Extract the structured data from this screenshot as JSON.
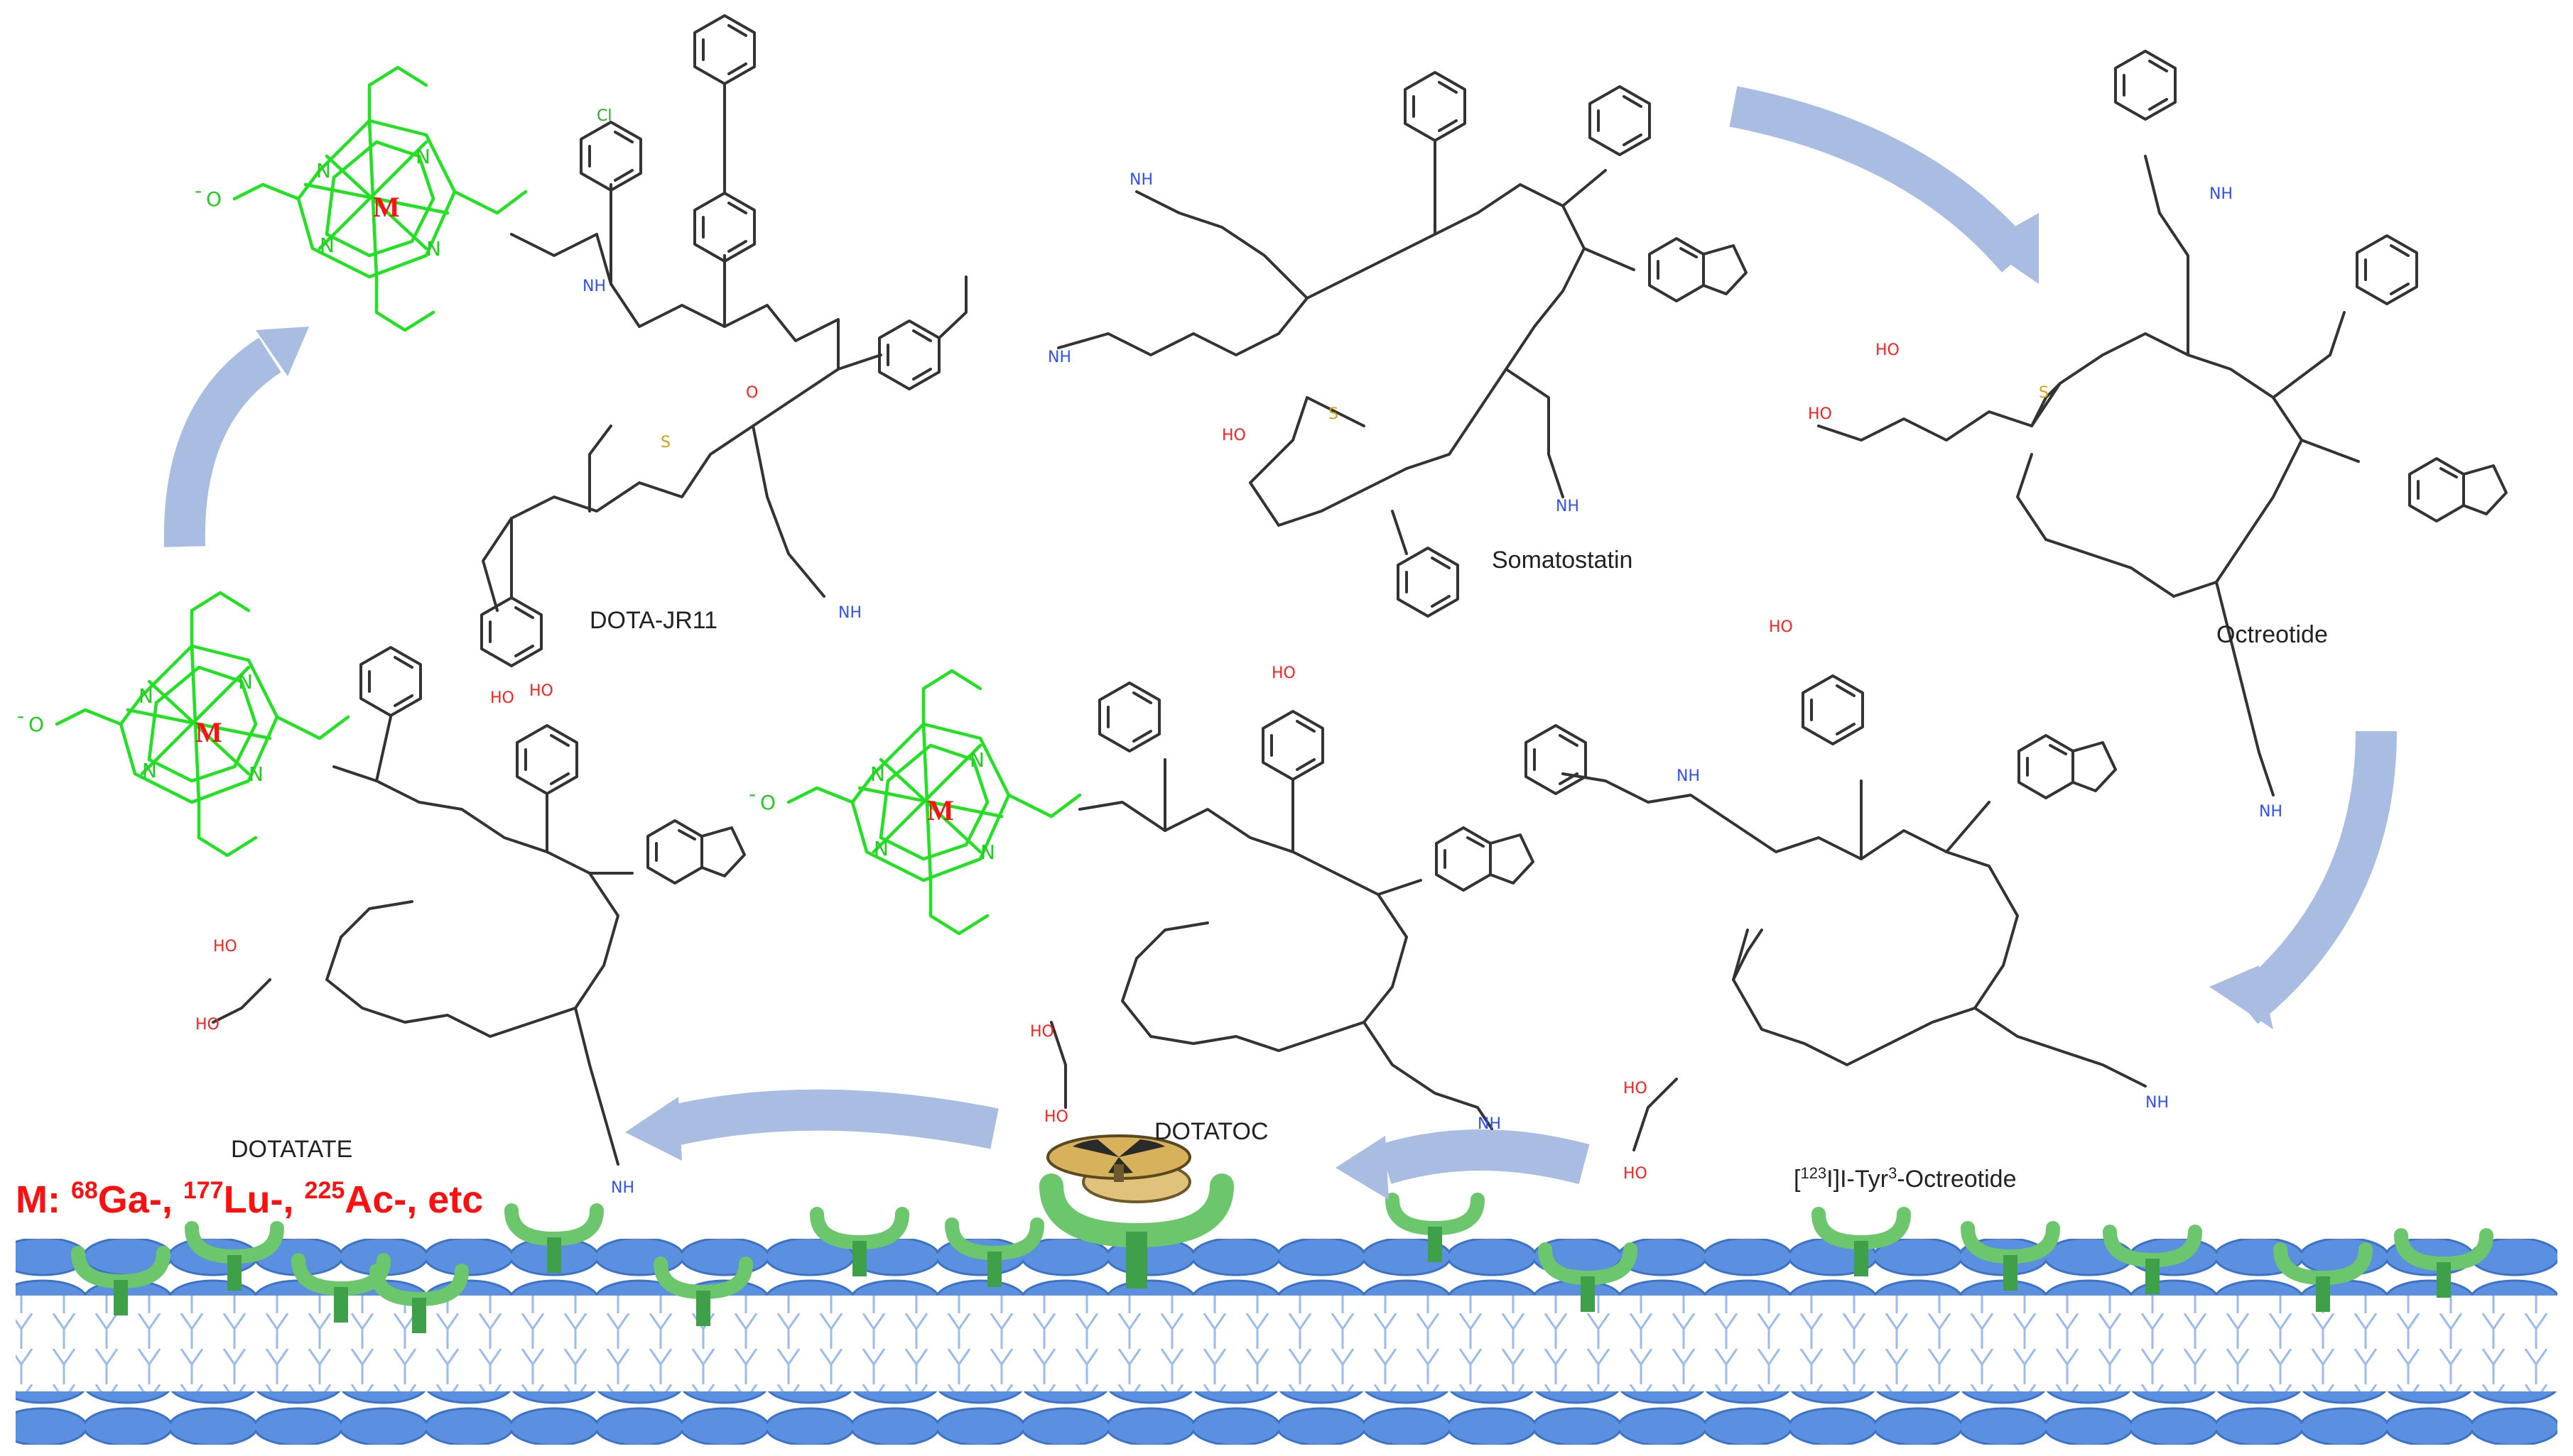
{
  "colors": {
    "arrow": "#a9bde2",
    "chelator": "#22e022",
    "metal": "#ff1010",
    "membrane": "#5b8fe0",
    "membrane_light": "#9bbbee",
    "receptor": "#6cc66c",
    "bond": "#333333",
    "nitrogen": "#3050ff",
    "oxygen": "#ff2020",
    "sulfur": "#d4a017"
  },
  "molecules": {
    "dota_jr11": "DOTA-JR11",
    "somatostatin": "Somatostatin",
    "octreotide": "Octreotide",
    "tyr3_prefix": "[",
    "tyr3_iso": "123",
    "tyr3_mid": "I]I-Tyr",
    "tyr3_sup": "3",
    "tyr3_suffix": "-Octreotide",
    "dotatoc": "DOTATOC",
    "dotatate": "DOTATATE"
  },
  "metal_line": {
    "prefix": "M: ",
    "iso1": "68",
    "el1": "Ga-, ",
    "iso2": "177",
    "el2": "Lu-, ",
    "iso3": "225",
    "el3": "Ac-, etc"
  },
  "atoms": {
    "metal": "M",
    "nitrogen": "N",
    "oxygen": "O",
    "sulfur": "S",
    "nh": "NH",
    "nh2": "NH",
    "oh": "HO",
    "cl": "Cl",
    "o_minus": "O",
    "minus": "-"
  },
  "icons": {
    "radiation": "radiation-trefoil-icon",
    "receptor": "receptor-y-icon"
  }
}
